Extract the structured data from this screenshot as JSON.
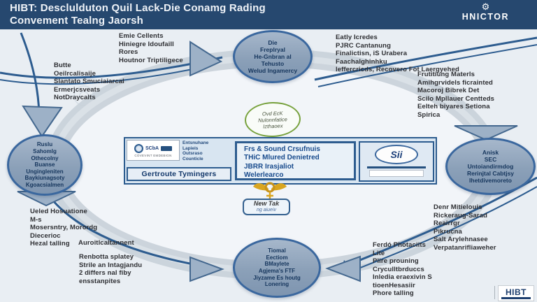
{
  "colors": {
    "header_bg": "#26486f",
    "accent_navy": "#2d5c8f",
    "node_fill": "#8ba0b8",
    "node_border": "#3a679e",
    "band_gray": "#c9d2da",
    "green_accent": "#78a23e",
    "gold_accent": "#d9a520"
  },
  "header": {
    "title_line1": "HIBT: Desclulduton Quil Lack-Die Conamg Rading",
    "title_line2": "Convement Tealng Jaorsh",
    "brand": "HNICTOR"
  },
  "nodes": {
    "top": [
      "Die",
      "Freplryal",
      "He-Gnbran al",
      "Tehusto",
      "Welud Ingamercy"
    ],
    "right": [
      "Anisk",
      "SEC",
      "Untoiandirmdog",
      "Rerinjtal Cabtjsy",
      "Ihetdivemoreto"
    ],
    "bottom": [
      "Tiomal",
      "Eectiom",
      "BMaylete",
      "Agjema's FTF",
      "Jiyzame Es houtg",
      "Lonering"
    ],
    "left": [
      "Ruslu",
      "Sahomlg",
      "Othecolny",
      "Buanse",
      "Ungingleniten",
      "Baykiunagsoty",
      "Kgoacsialmen"
    ]
  },
  "blocks": {
    "top_left": [
      "Emie Cellents",
      "Hiniegre Idoufaill",
      "Rores",
      "Houtnor Triptiligece"
    ],
    "left_upper": [
      "Butte",
      "Oeilrcalisaije",
      "Slantato Smuciaiarcal",
      "Ermerjcsveats",
      "NotDraycalts"
    ],
    "top_right": [
      "Eatly Icredes",
      "PJRC Cantanung",
      "Finalictisn, iS Urabera",
      "Faachalghinhku",
      "leffercricds, Recovero Fot Laergyehed"
    ],
    "right_upper": [
      "Frutitiung Materls",
      "Amihgrvidels ficrainted",
      "Macoroj Bibrek Det",
      "Scilo Mpllauer Centteds",
      "Eelteh biyares Setiona",
      "Spirica"
    ],
    "right_lower": [
      "Denr Mitielouis",
      "Rickeraug-Sarad",
      "Reairrgr",
      "Pikrucna",
      "Salt Arylehnasee",
      "Verpatanrifliaweher"
    ],
    "bottom_right": [
      "Ferdó Photaciits",
      "Lite",
      "Plire prouning",
      "Cryculltbrduccs",
      "Inledia eraexivin S",
      "tioenHesasiir",
      "Phore talling"
    ],
    "bottom_left_label": "Auroitlcaltannent",
    "bottom_left": [
      "Renbotta splatey",
      "Strile an Intagjandu",
      "2 differs nal fiby",
      "ensstanpites"
    ],
    "left_lower": [
      "Ueled Hosuatione",
      "M-s",
      "Mosersntry, Morordg",
      "Diecerioc",
      "Hezal talling"
    ]
  },
  "center": {
    "green_note": [
      "Ovd EcK",
      "Nulonnfatice",
      "Izthaoex"
    ],
    "org_box": {
      "seal_text": "SCbA",
      "seal_caption": "COVEVINT EMDEBIGN",
      "side_lines": [
        "Entsnuhane",
        "Lapieis",
        "Outsraso",
        "Counticle"
      ]
    },
    "gertroute_label": "Gertroute Tymingers",
    "main_box": [
      "Frs & Sound Crsufnuis",
      "THiC Mlured Denietred",
      "JBRR Irasjaliot",
      "Welerlearco"
    ],
    "sii_logo": "Sii",
    "new_tak": {
      "line1": "New Tak",
      "line2": "ng aiueiv"
    }
  },
  "footer": {
    "logo": "HIBT"
  }
}
